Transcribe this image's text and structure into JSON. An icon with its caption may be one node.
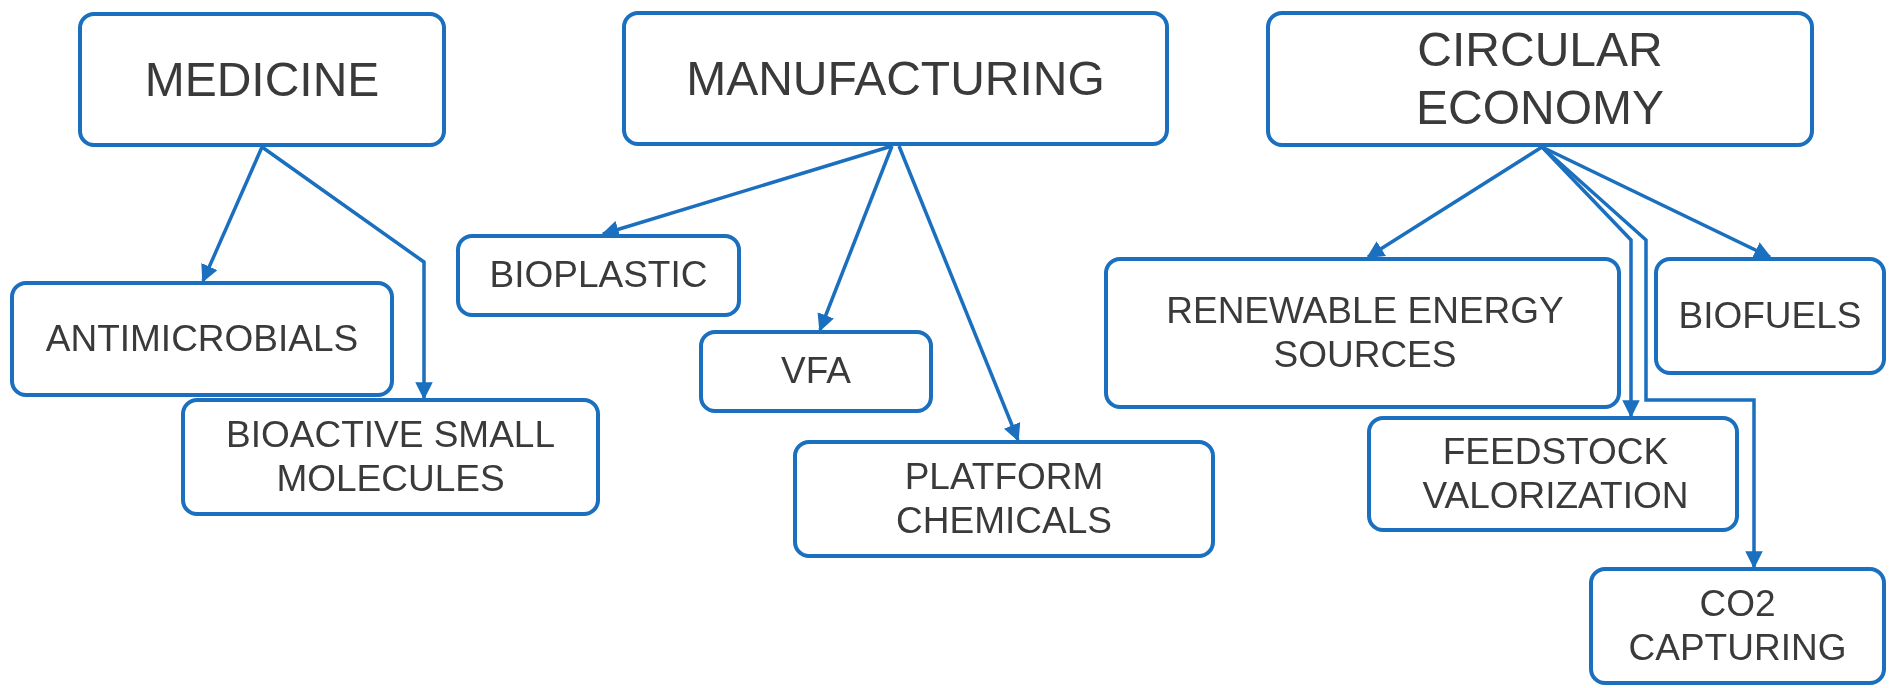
{
  "diagram": {
    "nodes": [
      {
        "text": [
          "MEDICINE"
        ]
      },
      {
        "text": [
          "MANUFACTURING"
        ]
      },
      {
        "text": [
          "CIRCULAR ECONOMY"
        ]
      },
      {
        "text": [
          "ANTIMICROBIALS"
        ]
      },
      {
        "text": [
          "BIOACTIVE SMALL MOLECULES"
        ]
      },
      {
        "text": [
          "BIOPLASTIC"
        ]
      },
      {
        "text": [
          "VFA"
        ]
      },
      {
        "text": [
          "PLATFORM CHEMICALS"
        ]
      },
      {
        "text": [
          "RENEWABLE ENERGY SOURCES"
        ]
      },
      {
        "text": [
          "BIOFUELS"
        ]
      },
      {
        "text": [
          "FEEDSTOCK VALORIZATION"
        ]
      },
      {
        "text": [
          "CO2 CAPTURING"
        ]
      }
    ],
    "edges": [
      {
        "from": 0,
        "to": 3,
        "arrow": "to"
      },
      {
        "from": 0,
        "to": 4,
        "arrow": "to"
      },
      {
        "from": 1,
        "to": 5,
        "arrow": "to"
      },
      {
        "from": 1,
        "to": 6,
        "arrow": "to"
      },
      {
        "from": 1,
        "to": 7,
        "arrow": "to"
      },
      {
        "from": 2,
        "to": 8,
        "arrow": "to"
      },
      {
        "from": 2,
        "to": 9,
        "arrow": "to"
      },
      {
        "from": 2,
        "to": 10,
        "arrow": "to"
      },
      {
        "from": 2,
        "to": 11,
        "arrow": "to"
      }
    ]
  }
}
